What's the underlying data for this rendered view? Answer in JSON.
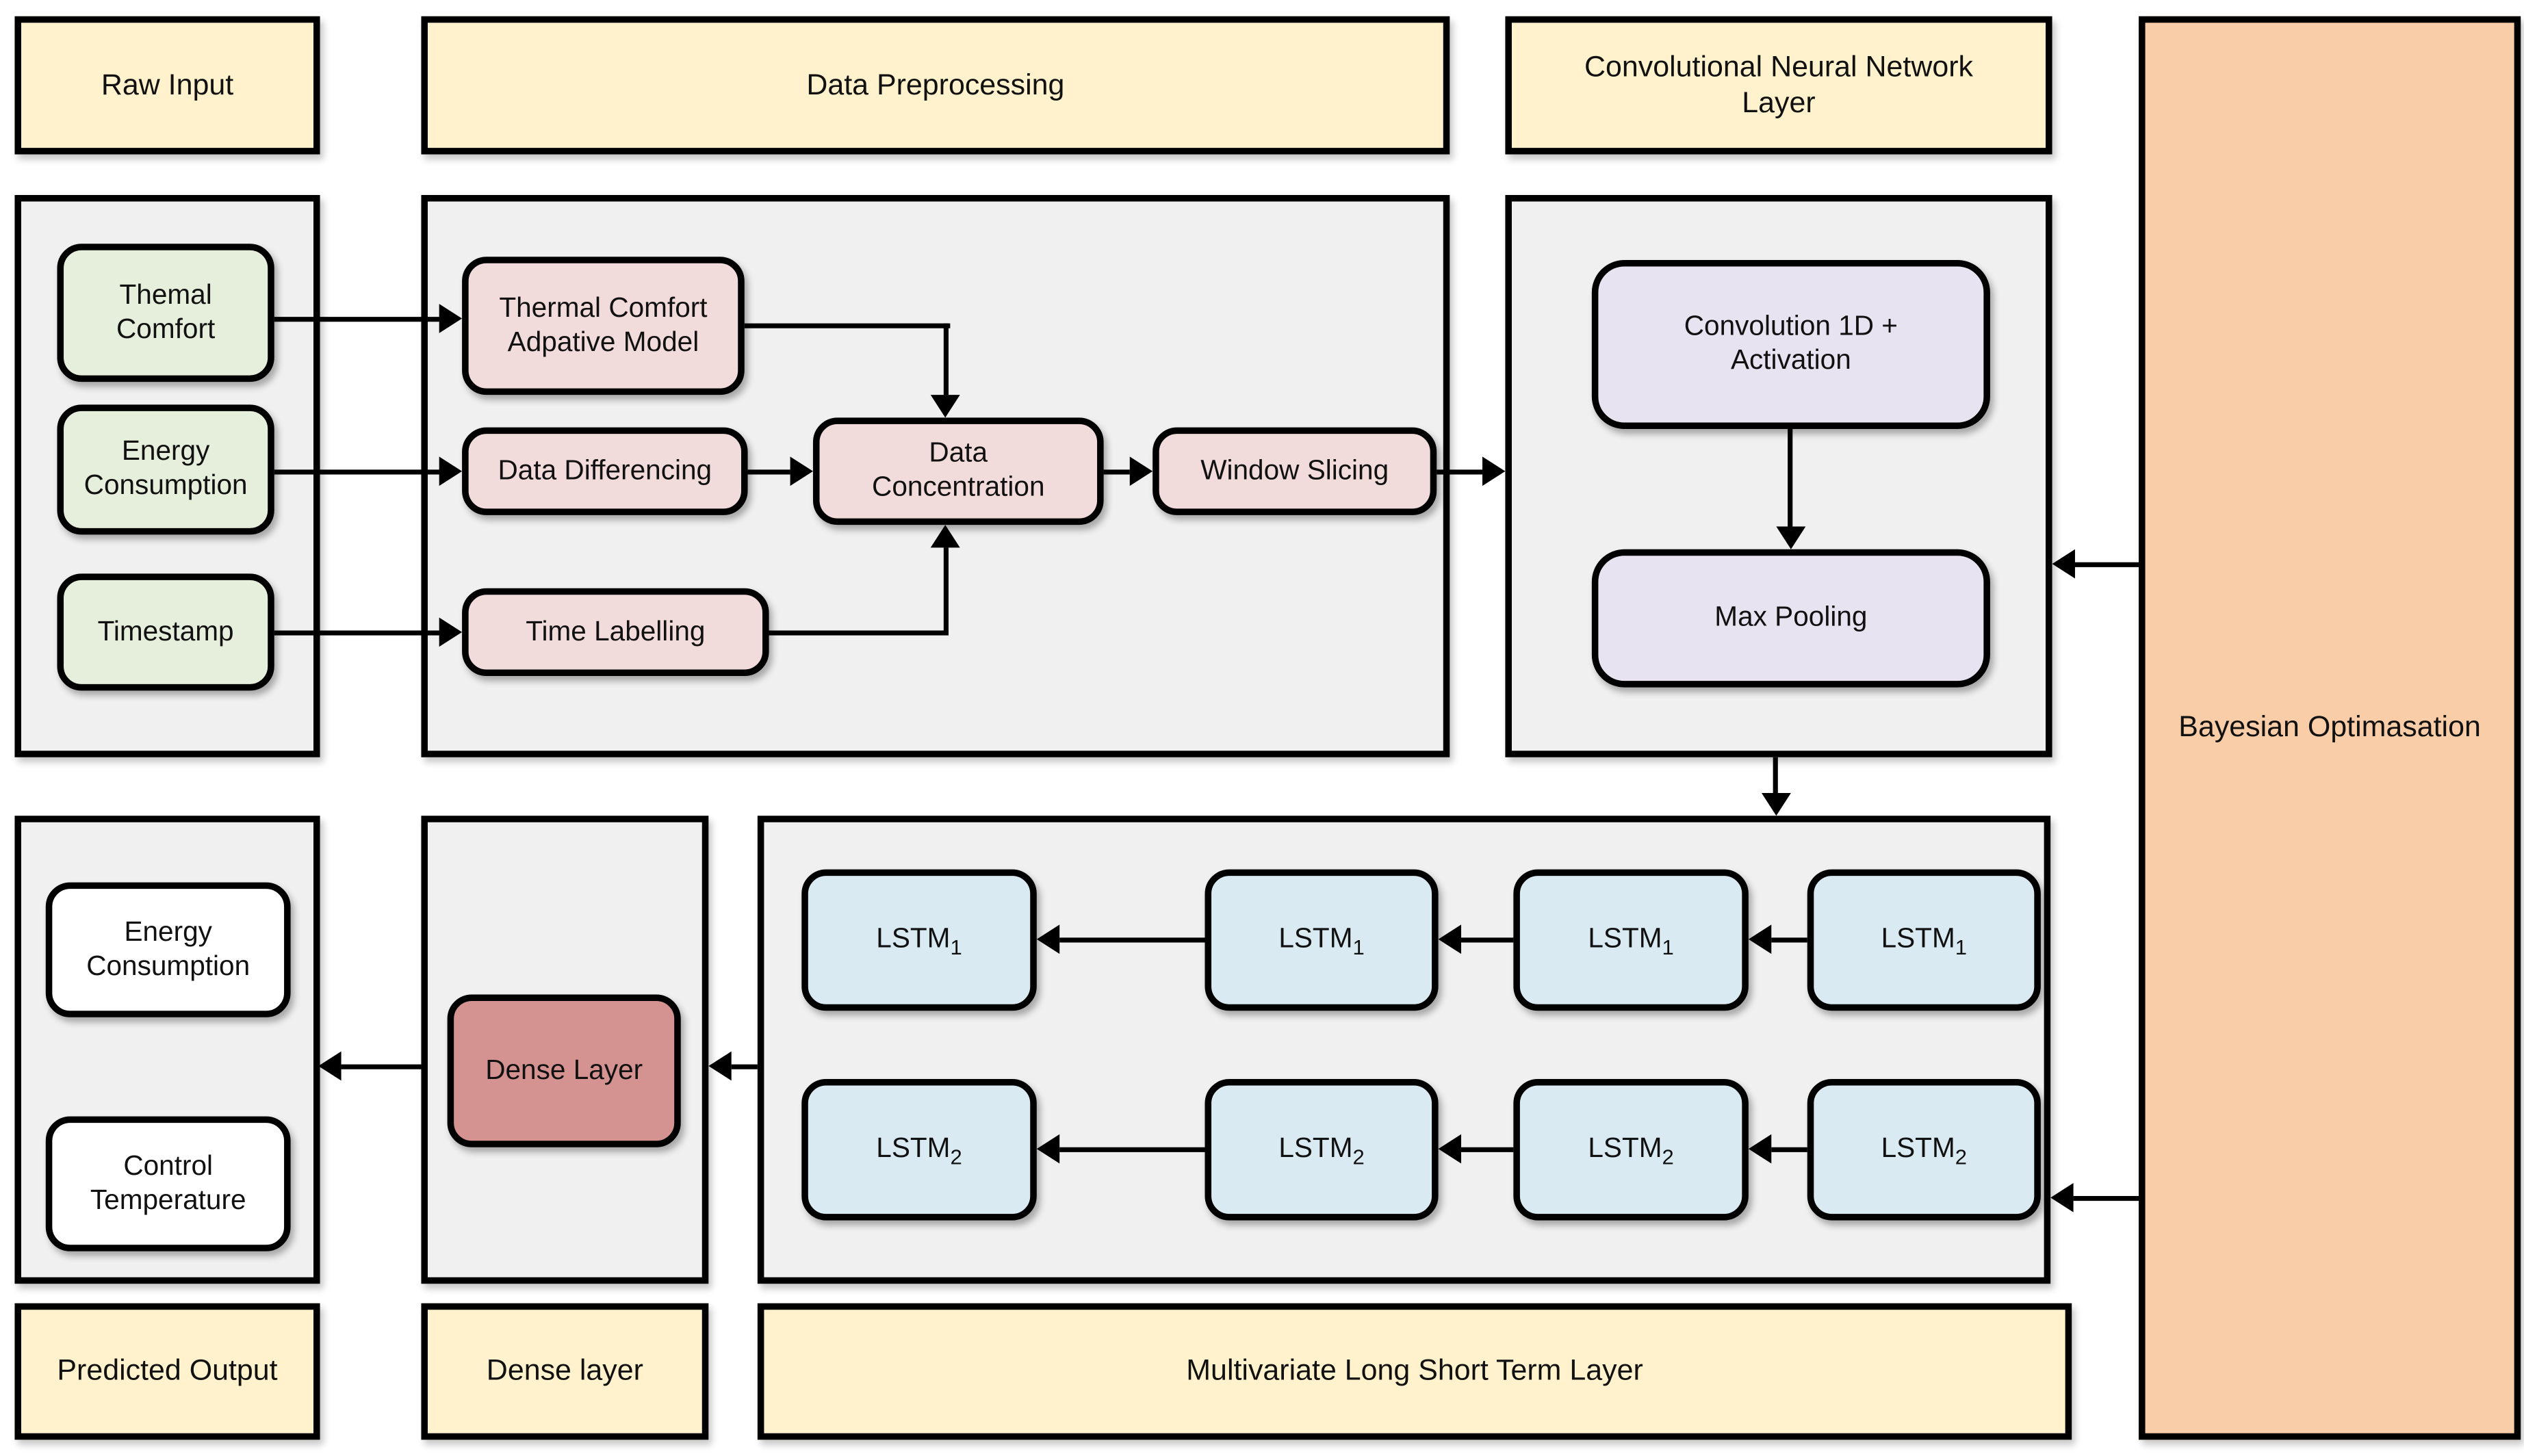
{
  "headers": {
    "raw_input": "Raw Input",
    "data_preprocessing": "Data Preprocessing",
    "cnn_layer": "Convolutional Neural Network Layer",
    "bayesian": "Bayesian Optimasation"
  },
  "footers": {
    "predicted_output": "Predicted Output",
    "dense_layer": "Dense layer",
    "multivariate": "Multivariate Long Short Term Layer"
  },
  "raw_inputs": {
    "thermal_comfort": "Themal Comfort",
    "energy_consumption": "Energy Consumption",
    "timestamp": "Timestamp"
  },
  "preprocessing": {
    "thermal_model": "Thermal Comfort Adpative Model",
    "data_differencing": "Data Differencing",
    "data_concentration": "Data Concentration",
    "window_slicing": "Window Slicing",
    "time_labelling": "Time Labelling"
  },
  "cnn": {
    "convolution": "Convolution 1D + Activation",
    "max_pooling": "Max Pooling"
  },
  "lstm": {
    "base": "LSTM",
    "row1": [
      "1",
      "1",
      "1",
      "1"
    ],
    "row2": [
      "2",
      "2",
      "2",
      "2"
    ]
  },
  "dense": {
    "dense_layer": "Dense Layer"
  },
  "outputs": {
    "energy_consumption": "Energy Consumption",
    "control_temperature": "Control Temperature"
  },
  "colors": {
    "header_fill": "#FFF2CC",
    "container_fill": "#F0F0F0",
    "raw_input_fill": "#E5EFDB",
    "preprocessing_fill": "#F2DCDB",
    "cnn_fill": "#E7E3F0",
    "lstm_fill": "#D9EAF2",
    "dense_fill": "#D49391",
    "output_fill": "#FFFFFF",
    "bayesian_fill": "#F9CDA7",
    "border": "#000000"
  }
}
